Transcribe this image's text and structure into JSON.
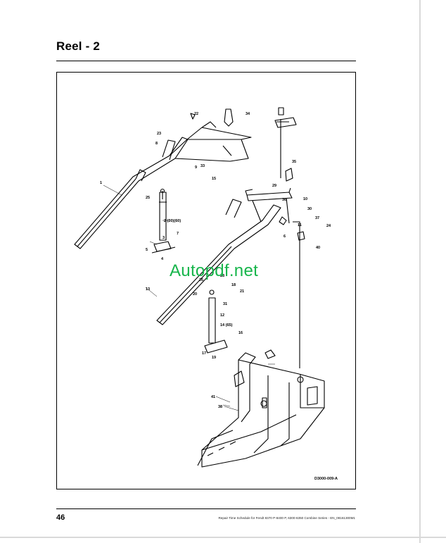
{
  "page": {
    "title": "Reel - 2",
    "page_number": "46",
    "footer": "Repair Time Schedule for Fendt 8370 P-8400 P, 6300-6350 Combine Series - EN_08161300M1",
    "watermark": "Autopdf.net"
  },
  "diagram": {
    "figure_code": "D3000-009-A",
    "callouts": [
      "1",
      "2 (30)(60)",
      "3",
      "4",
      "5",
      "6",
      "7",
      "8",
      "9",
      "10",
      "11",
      "12",
      "13",
      "14 (65)",
      "15",
      "16",
      "17",
      "18",
      "19",
      "20",
      "21",
      "22",
      "23",
      "24",
      "25",
      "26",
      "28",
      "29",
      "30",
      "31",
      "33",
      "34",
      "35",
      "36",
      "37",
      "40",
      "41",
      "38"
    ]
  }
}
